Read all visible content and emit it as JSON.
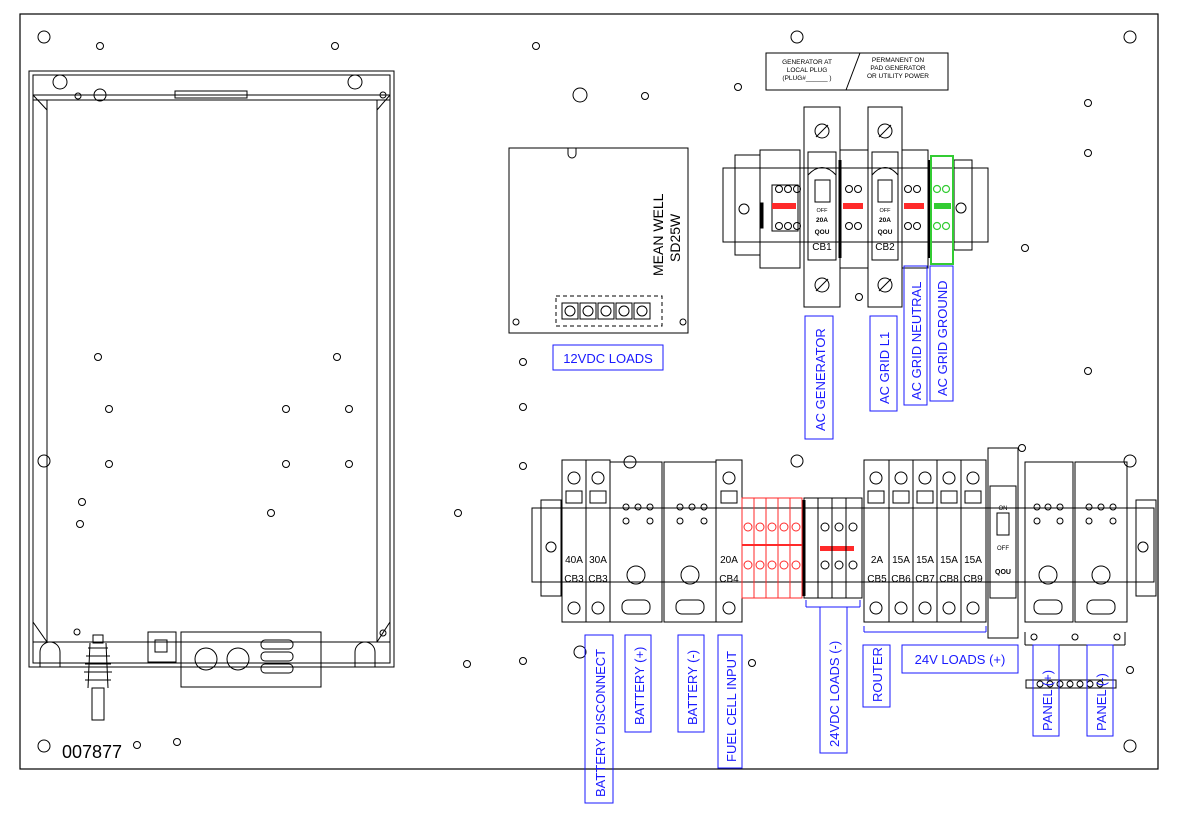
{
  "panel_id": "007877",
  "power_supply": {
    "brand": "MEAN WELL",
    "model": "SD25W"
  },
  "labels": {
    "loads_12vdc": "12VDC LOADS",
    "ac_generator": "AC GENERATOR",
    "ac_grid_l1": "AC GRID L1",
    "ac_grid_neutral": "AC GRID NEUTRAL",
    "ac_grid_ground": "AC GRID GROUND",
    "battery_disconnect": "BATTERY DISCONNECT",
    "battery_pos": "BATTERY (+)",
    "battery_neg": "BATTERY (-)",
    "fuel_cell_input": "FUEL CELL INPUT",
    "loads_24vdc_neg": "24VDC LOADS (-)",
    "router": "ROUTER",
    "loads_24v_pos": "24V LOADS (+)",
    "panel_pos": "PANEL (+)",
    "panel_neg": "PANEL (-)"
  },
  "generator_sign": {
    "left": [
      "GENERATOR AT",
      "LOCAL PLUG",
      "(PLUG#______ )"
    ],
    "right": [
      "PERMANENT ON",
      "PAD GENERATOR",
      "OR UTILITY POWER"
    ]
  },
  "ac_breakers": [
    {
      "id": "CB1",
      "rating": "20A",
      "type": "QOU",
      "state": "OFF"
    },
    {
      "id": "CB2",
      "rating": "20A",
      "type": "QOU",
      "state": "OFF"
    }
  ],
  "dc_breakers": [
    {
      "id": "CB3",
      "rating": "40A"
    },
    {
      "id": "CB3",
      "rating": "30A"
    },
    {
      "id": "CB4",
      "rating": "20A"
    },
    {
      "id": "CB5",
      "rating": "2A"
    },
    {
      "id": "CB6",
      "rating": "15A"
    },
    {
      "id": "CB7",
      "rating": "15A"
    },
    {
      "id": "CB8",
      "rating": "15A"
    },
    {
      "id": "CB9",
      "rating": "15A"
    }
  ],
  "disconnect": {
    "on": "ON",
    "off": "OFF",
    "type": "QOU"
  },
  "colors": {
    "line": "#000000",
    "label": "#1a1aff",
    "red": "#ff2a2a",
    "green": "#33cc33"
  }
}
